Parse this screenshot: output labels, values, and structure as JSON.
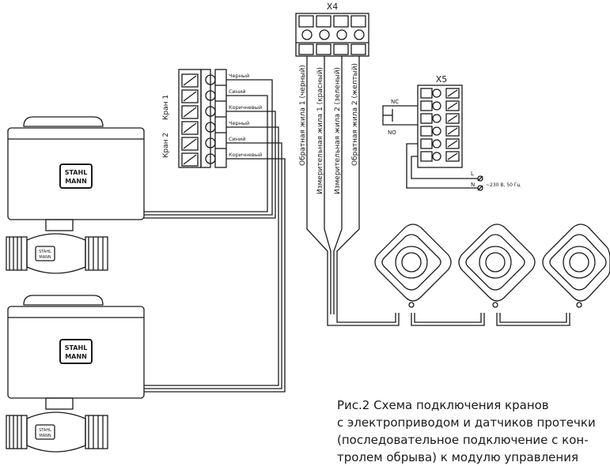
{
  "connectors": {
    "x4_title": "X4",
    "x5_title": "X5"
  },
  "left_block": {
    "group1": "Кран 1",
    "group2": "Кран 2",
    "wires": [
      "Черный",
      "Синий",
      "Коричневый",
      "Черный",
      "Синий",
      "Коричневый"
    ]
  },
  "x4_wires": [
    "Обратная жила 1 (черный)",
    "Измерительная жила 1 (красный)",
    "Измерительная жила 2 (зеленый)",
    "Обратная жила 2 (желтый)"
  ],
  "x5": {
    "nc": "NC",
    "no": "NO",
    "l": "L",
    "n": "N",
    "power": "~230 В, 50 Гц"
  },
  "brand": "STAHL MANN",
  "caption": {
    "lines": [
      "Рис.2 Схема подключения кранов",
      "с электроприводом и датчиков протечки",
      "(последовательное подключение с кон-",
      "тролем обрыва) к модулю управления"
    ]
  },
  "colors": {
    "stroke": "#1a1a1a",
    "background": "#ffffff"
  }
}
